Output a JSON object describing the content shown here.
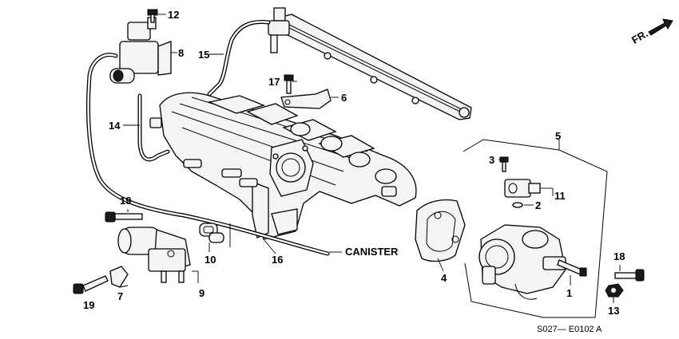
{
  "diagram": {
    "callouts": {
      "c1": "1",
      "c2": "2",
      "c3": "3",
      "c4": "4",
      "c5": "5",
      "c6": "6",
      "c7": "7",
      "c8": "8",
      "c9": "9",
      "c10": "10",
      "c11": "11",
      "c12": "12",
      "c13": "13",
      "c14": "14",
      "c15": "15",
      "c16": "16",
      "c17": "17",
      "c18": "18",
      "c19a": "19",
      "c19b": "19"
    },
    "canister_label": "CANISTER",
    "direction_label": "FR.",
    "drawing_code": "S027— E0102 A"
  }
}
